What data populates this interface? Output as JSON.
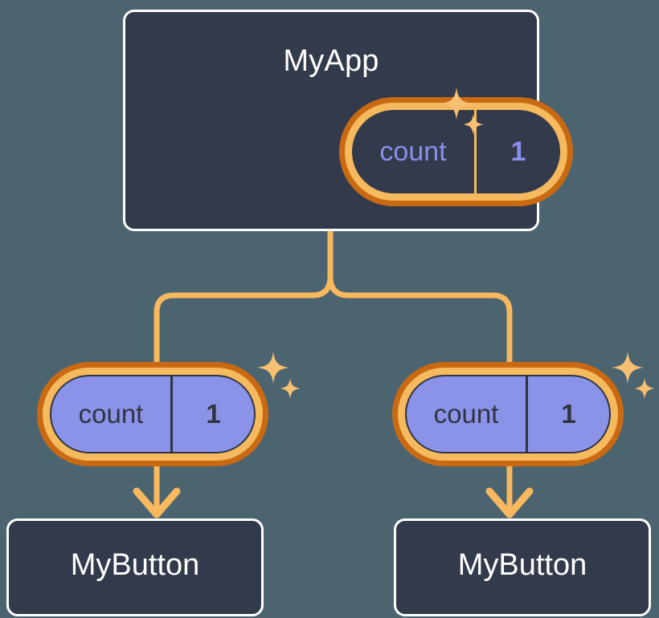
{
  "diagram": {
    "title": "React component tree with shared count state",
    "background_color": "#4c6470",
    "accent_color": "#f7b85e",
    "ring_outer_color": "#c96a13",
    "ring_inner_color": "#f5b95e",
    "card_fill_color": "#333a4b",
    "card_border_color": "#ffffff",
    "pill_child_fill_color": "#8b93e8",
    "pill_parent_text_color": "#8b8eea",
    "pill_child_text_color": "#2e3442",
    "sparkle_color": "#f7bf72"
  },
  "root": {
    "label": "MyApp",
    "state": {
      "key": "count",
      "value": "1"
    }
  },
  "branches": [
    {
      "state": {
        "key": "count",
        "value": "1"
      },
      "child": {
        "label": "MyButton"
      }
    },
    {
      "state": {
        "key": "count",
        "value": "1"
      },
      "child": {
        "label": "MyButton"
      }
    }
  ],
  "icons": {
    "sparkle_large": "sparkle-four-point-large",
    "sparkle_small": "sparkle-four-point-small",
    "connector": "tree-connector",
    "arrow": "arrow-down"
  }
}
